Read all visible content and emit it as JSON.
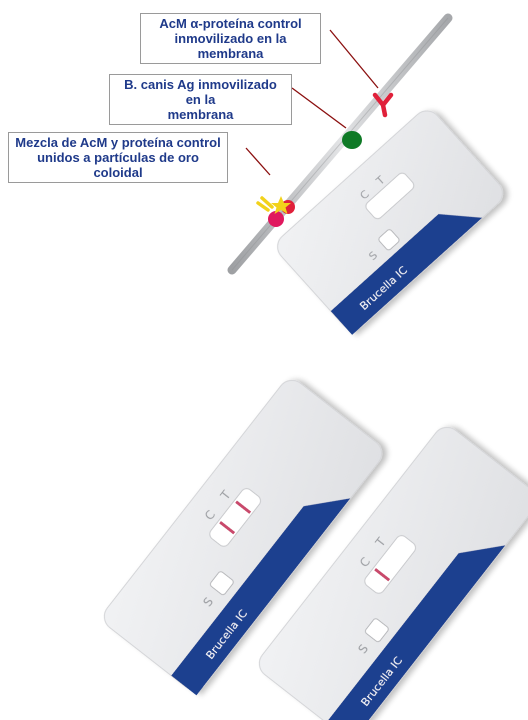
{
  "labels": {
    "control_ab": "AcM α-proteína control\ninmovilizado en la membrana",
    "antigen": "B. canis Ag inmovilizado en la\nmembrana",
    "conjugate": "Mezcla de AcM y proteína control\nunidos a partículas de oro coloidal"
  },
  "cassette": {
    "brand": "Brucella IC",
    "control_line": "C",
    "test_line": "T",
    "sample_well": "S"
  },
  "colors": {
    "label_text": "#1f3a8a",
    "brand_band": "#1e3f8f",
    "cassette_body": "#e8e9ec",
    "membrane_strip": "#b9bbbd",
    "pointer_line": "#8b0f0f",
    "antibody": "#e0203a",
    "antigen": "#0f7a26",
    "gold_particle": "#e0185e",
    "star": "#f2d21b",
    "result_line": "#c9496c"
  },
  "results": {
    "left_cassette": [
      "C",
      "T"
    ],
    "right_cassette": [
      "C"
    ]
  }
}
